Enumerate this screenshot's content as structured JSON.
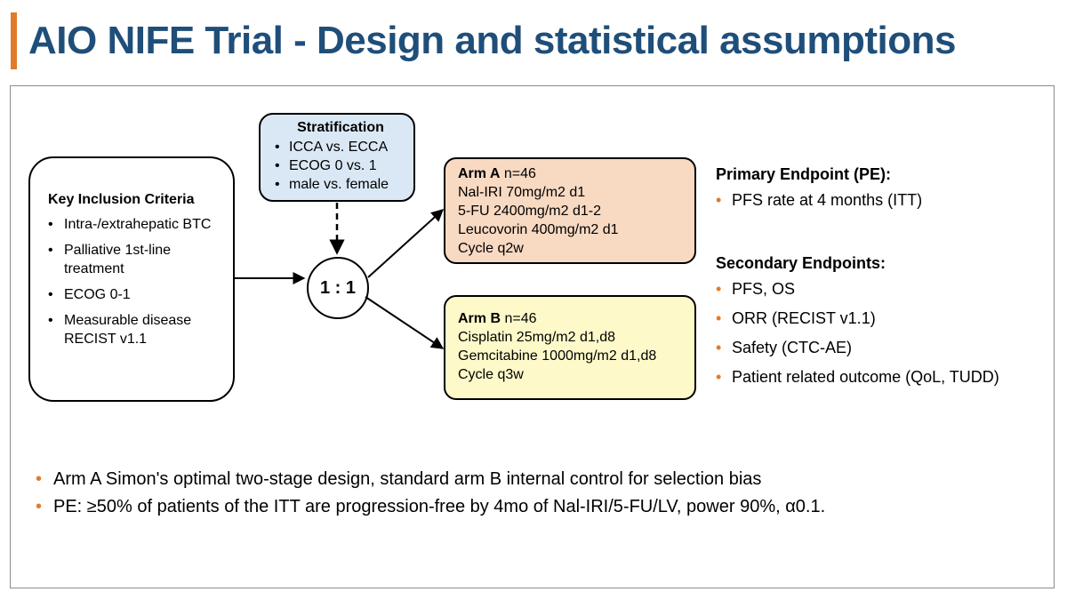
{
  "slide": {
    "title": "AIO NIFE Trial - Design and statistical assumptions",
    "colors": {
      "title": "#1f4e79",
      "accent": "#e07b2a",
      "arm_a_fill": "#f8d9c2",
      "arm_b_fill": "#fdf9c9",
      "stratification_fill": "#dae8f5"
    }
  },
  "inclusion": {
    "heading": "Key Inclusion Criteria",
    "items": [
      "Intra-/extrahepatic BTC",
      "Palliative 1st-line treatment",
      "ECOG 0-1",
      "Measurable disease RECIST v1.1"
    ]
  },
  "stratification": {
    "heading": "Stratification",
    "items": [
      "ICCA vs. ECCA",
      "ECOG 0 vs. 1",
      "male vs. female"
    ]
  },
  "randomization": {
    "ratio": "1 : 1"
  },
  "arm_a": {
    "name": "Arm A",
    "n": "n=46",
    "lines": [
      "Nal-IRI 70mg/m2 d1",
      "5-FU 2400mg/m2 d1-2",
      "Leucovorin 400mg/m2 d1",
      "Cycle q2w"
    ]
  },
  "arm_b": {
    "name": "Arm B",
    "n": "n=46",
    "lines": [
      "Cisplatin 25mg/m2 d1,d8",
      "Gemcitabine 1000mg/m2 d1,d8",
      "Cycle q3w"
    ]
  },
  "primary_endpoint": {
    "heading": "Primary Endpoint (PE):",
    "items": [
      "PFS rate at 4 months (ITT)"
    ]
  },
  "secondary_endpoints": {
    "heading": "Secondary Endpoints:",
    "items": [
      "PFS, OS",
      "ORR (RECIST v1.1)",
      "Safety (CTC-AE)",
      "Patient related outcome (QoL, TUDD)"
    ]
  },
  "notes": [
    "Arm A Simon's optimal two-stage design, standard arm B internal control for selection bias",
    "PE: ≥50% of patients of the ITT are progression-free by 4mo of Nal-IRI/5-FU/LV, power 90%, α0.1."
  ]
}
